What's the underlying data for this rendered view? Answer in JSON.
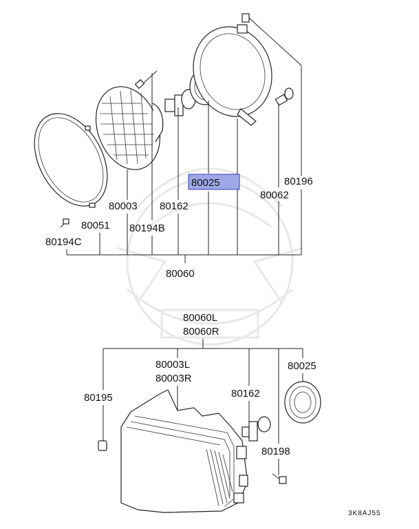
{
  "labels": {
    "p80196": "80196",
    "p80025_top": "80025",
    "p80062": "80062",
    "p80003": "80003",
    "p80162_top": "80162",
    "p80051": "80051",
    "p80194b": "80194B",
    "p80194c": "80194C",
    "p80060": "80060",
    "p80060l": "80060L",
    "p80060r": "80060R",
    "p80003l": "80003L",
    "p80003r": "80003R",
    "p80025_bottom": "80025",
    "p80195": "80195",
    "p80162_bottom": "80162",
    "p80198": "80198"
  },
  "diagram_code": "3K8AJ55",
  "colors": {
    "highlight": "#9fa8e6",
    "highlight_border": "#3340b0",
    "line": "#222222"
  }
}
